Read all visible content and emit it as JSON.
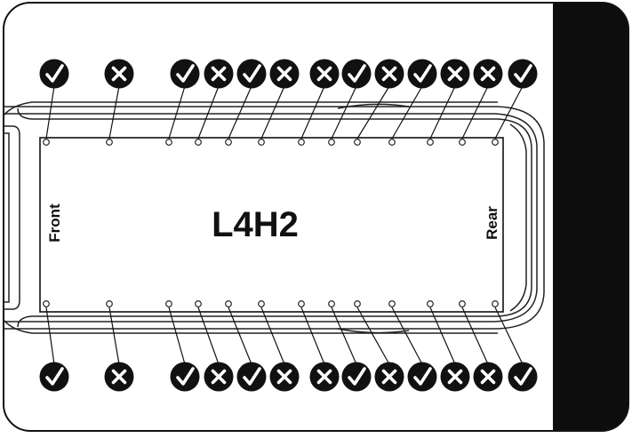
{
  "panel": {
    "model_code": "L4H2",
    "front_label": "Front",
    "rear_label": "Rear"
  },
  "mount_points": {
    "top": [
      "check",
      "cross",
      "check",
      "cross",
      "check",
      "cross",
      "cross",
      "check",
      "cross",
      "check",
      "cross",
      "cross",
      "check"
    ],
    "bottom": [
      "check",
      "cross",
      "check",
      "cross",
      "check",
      "cross",
      "cross",
      "check",
      "cross",
      "check",
      "cross",
      "cross",
      "check"
    ]
  },
  "colors": {
    "ink": "#111111",
    "background": "#ffffff",
    "rear_band": "#0d0d0d"
  },
  "icons": {
    "check": "check-icon",
    "cross": "cross-icon"
  }
}
